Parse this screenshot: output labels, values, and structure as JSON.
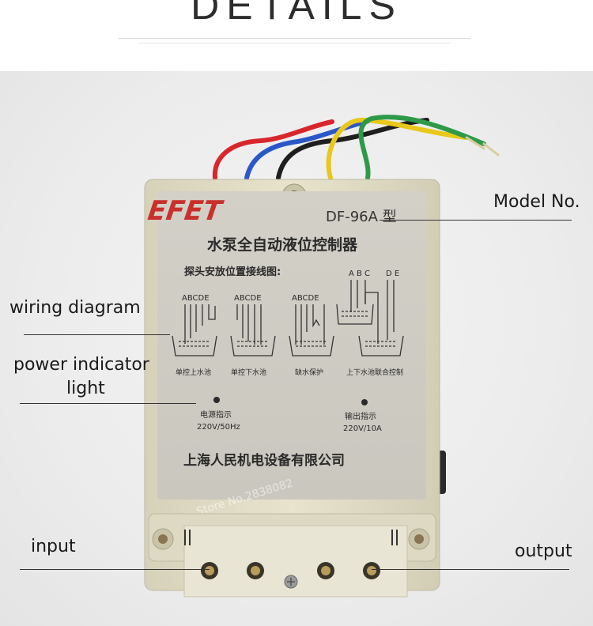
{
  "header": {
    "title": "DETAILS"
  },
  "device": {
    "brand": "EFET",
    "model": "DF-96A 型",
    "name": "水泵全自动液位控制器",
    "wiring_title": "探头安放位置接线图:",
    "probe_letters": "ABCDE",
    "probe_letters_ac": "A B C",
    "probe_letters_de": "D E",
    "diagrams": [
      "单控上水池",
      "单控下水池",
      "缺水保护",
      "上下水池联合控制"
    ],
    "power_indicator": {
      "label": "电源指示",
      "spec": "220V/50Hz"
    },
    "output_indicator": {
      "label": "输出指示",
      "spec": "220V/10A"
    },
    "manufacturer": "上海人民机电设备有限公司",
    "watermark": "Store No.2838082"
  },
  "callouts": {
    "model_no": "Model No.",
    "wiring_diagram": "wiring diagram",
    "power_indicator_line1": "power indicator",
    "power_indicator_line2": "light",
    "input": "input",
    "output": "output"
  },
  "colors": {
    "housing": "#e3dfc9",
    "faceplate": "#cfcdc4",
    "brand_red": "#c9302c",
    "wire_red": "#d8262c",
    "wire_blue": "#2b57c9",
    "wire_black": "#1e1e1e",
    "wire_yellow": "#e8c81a",
    "wire_green": "#2e9a48"
  }
}
